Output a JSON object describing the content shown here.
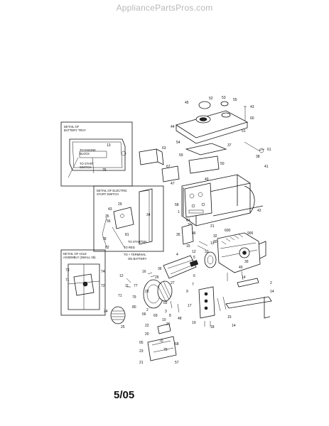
{
  "header": {
    "watermark": "AppliancePartsPros.com"
  },
  "footer": {
    "date_code": "5/05"
  },
  "callouts": {
    "battery_tray": {
      "title_1": "DETAIL OF",
      "title_2": "BATTERY TRAY",
      "note_a_1": "TO ENGINE",
      "note_a_2": "BLOCK",
      "note_b_1": "TO START",
      "note_b_2": "SWITCH"
    },
    "start_switch": {
      "title_1": "DETAIL OF ELECTRIC",
      "title_2": "START SWITCH",
      "note_a": "TO STARTER",
      "note_b": "TO RED",
      "note_c_1": "TO + TERMINAL",
      "note_c_2": "ON BATTERY"
    },
    "axle": {
      "title_1": "DETAIL OF AXLE",
      "title_2": "ASSEMBLY (SMALL 06)"
    }
  },
  "part_numbers": {
    "p1": "1",
    "p2": "2",
    "p3": "3",
    "p4": "4",
    "p5": "5",
    "p6": "6",
    "p7": "7",
    "p8": "8",
    "p9": "9",
    "p10": "10",
    "p11": "11",
    "p12": "12",
    "p13": "13",
    "p14": "14",
    "p15": "15",
    "p16": "16",
    "p17": "17",
    "p18": "18",
    "p19": "19",
    "p20": "20",
    "p21": "21",
    "p22": "22",
    "p23": "23",
    "p24": "24",
    "p25": "25",
    "p26": "26",
    "p27": "27",
    "p28": "28",
    "p29": "29",
    "p30": "30",
    "p31": "31",
    "p32": "32",
    "p33": "33",
    "p34": "34",
    "p35": "35",
    "p36": "36",
    "p37": "37",
    "p38": "38",
    "p39": "39",
    "p40": "40",
    "p41": "41",
    "p42": "42",
    "p43": "43",
    "p44": "44",
    "p45": "45",
    "p46": "46",
    "p47": "47",
    "p48": "48",
    "p49": "49",
    "p50": "50",
    "p51": "51",
    "p52": "52",
    "p53": "53",
    "p54": "54",
    "p55": "55",
    "p56": "56",
    "p57": "57",
    "p58": "58",
    "p59": "59",
    "p60": "60",
    "p61": "61",
    "p62": "62",
    "p63": "63",
    "p64": "64",
    "p65": "65",
    "p66": "66",
    "p67": "67",
    "p68": "68",
    "p69": "69",
    "p70": "70",
    "p71": "71",
    "p72": "72",
    "p73": "73",
    "p74": "74",
    "p75": "75",
    "p76": "76",
    "p77": "77",
    "p78": "78",
    "p79": "79",
    "p80": "80",
    "p81": "81",
    "p82": "82",
    "p600": "600",
    "p900": "900"
  }
}
